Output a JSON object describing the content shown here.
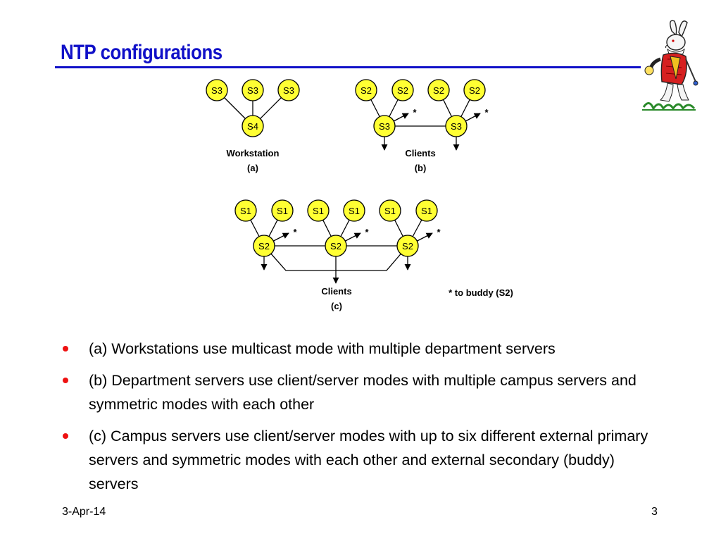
{
  "slide": {
    "title": "NTP configurations",
    "date": "3-Apr-14",
    "page": "3"
  },
  "diagram": {
    "a": {
      "top": [
        "S3",
        "S3",
        "S3"
      ],
      "center": "S4",
      "caption": "Workstation",
      "tag": "(a)"
    },
    "b": {
      "top": [
        "S2",
        "S2",
        "S2",
        "S2"
      ],
      "center": [
        "S3",
        "S3"
      ],
      "stars": [
        "*",
        "*"
      ],
      "caption": "Clients",
      "tag": "(b)"
    },
    "c": {
      "top": [
        "S1",
        "S1",
        "S1",
        "S1",
        "S1",
        "S1"
      ],
      "center": [
        "S2",
        "S2",
        "S2"
      ],
      "stars": [
        "*",
        "*",
        "*"
      ],
      "caption": "Clients",
      "tag": "(c)",
      "note": "* to buddy (S2)"
    }
  },
  "bullets": [
    "(a) Workstations use multicast mode with multiple department servers",
    "(b) Department servers use client/server modes with multiple campus servers and symmetric modes with each other",
    "(c) Campus servers use client/server modes with up to six different external primary servers and symmetric modes with each other and external secondary (buddy) servers"
  ],
  "icons": [
    "white-rabbit-illustration"
  ],
  "colors": {
    "title": "#1010c8",
    "node_fill": "#ffff33",
    "bullet": "#ee1111"
  }
}
